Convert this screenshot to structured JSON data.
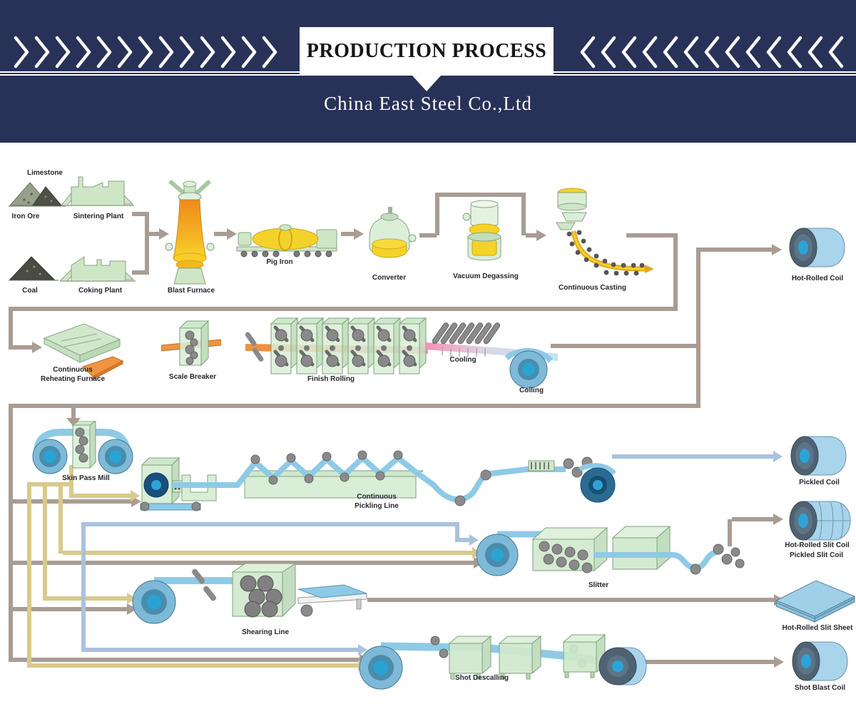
{
  "banner": {
    "title": "PRODUCTION PROCESS",
    "company": "China East Steel Co.,Ltd"
  },
  "labels": {
    "limestone": "Limestone",
    "iron_ore": "Iron Ore",
    "sintering_plant": "Sintering Plant",
    "coal": "Coal",
    "coking_plant": "Coking Plant",
    "blast_furnace": "Blast Furnace",
    "pig_iron": "Pig Iron",
    "converter": "Converter",
    "vacuum_degassing": "Vacuum Degassing",
    "continuous_casting": "Continuous Casting",
    "hot_rolled_coil": "Hot-Rolled Coil",
    "reheating_furnace": "Continuous Reheating Furnace",
    "scale_breaker": "Scale Breaker",
    "finish_rolling": "Finish Rolling",
    "cooling": "Cooling",
    "coiling": "Coiling",
    "skin_pass_mill": "Skin Pass Mill",
    "pickling_line": "Continuous Pickling Line",
    "pickled_coil": "Pickled Coil",
    "slitter": "Slitter",
    "slit_coil_line1": "Hot-Rolled Slit Coil",
    "slit_coil_line2": "Pickled Slit Coil",
    "shearing_line": "Shearing Line",
    "slit_sheet": "Hot-Rolled Slit Sheet",
    "shot_descaling": "Shot Descalling",
    "shot_blast_coil": "Shot Blast Coil"
  },
  "colors": {
    "banner_navy": "#283157",
    "line_taupe": "#a99c93",
    "line_khaki": "#d8ca8c",
    "line_blue": "#a9c2de",
    "strip_blue": "#8ecae6",
    "machine_green": "#d9eed6",
    "hot_orange": "#ef9440",
    "hot_yellow": "#f5d22a",
    "coil_core_cyan": "#2da4d8"
  }
}
